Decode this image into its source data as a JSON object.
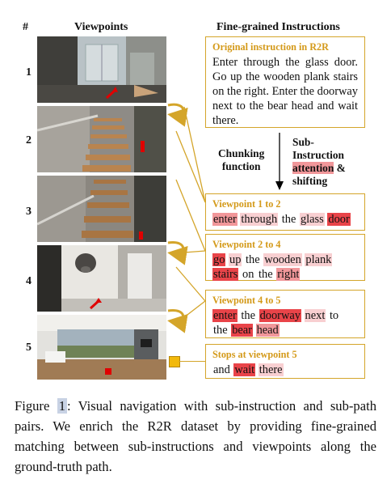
{
  "headers": {
    "number": "#",
    "viewpoints": "Viewpoints",
    "instructions": "Fine-grained Instructions"
  },
  "rows": [
    "1",
    "2",
    "3",
    "4",
    "5"
  ],
  "original": {
    "title": "Original instruction in R2R",
    "text": "Enter through the glass door. Go up the wooden plank stairs on the right. Enter the doorway next to the bear head and wait there."
  },
  "chunking": {
    "line1": "Chunking",
    "line2": "function"
  },
  "subinstruction": {
    "line1": "Sub-",
    "line2": "Instruction",
    "attention": "attention",
    "amp": " &",
    "line4": "shifting"
  },
  "boxes": [
    {
      "title": "Viewpoint 1 to 2",
      "tokens": [
        {
          "t": "enter",
          "w": 2
        },
        {
          "t": "through",
          "w": 1
        },
        {
          "t": "the",
          "w": 0
        },
        {
          "t": "glass",
          "w": 1
        },
        {
          "t": "door",
          "w": 3
        }
      ]
    },
    {
      "title": "Viewpoint 2 to 4",
      "tokens": [
        {
          "t": "go",
          "w": 3
        },
        {
          "t": "up",
          "w": 1
        },
        {
          "t": "the",
          "w": 0
        },
        {
          "t": "wooden",
          "w": 1
        },
        {
          "t": "plank",
          "w": 1
        },
        {
          "t": "stairs",
          "w": 3
        },
        {
          "t": "on",
          "w": 0
        },
        {
          "t": "the",
          "w": 0
        },
        {
          "t": "right",
          "w": 2
        }
      ]
    },
    {
      "title": "Viewpoint 4 to 5",
      "tokens": [
        {
          "t": "enter",
          "w": 3
        },
        {
          "t": "the",
          "w": 0
        },
        {
          "t": "doorway",
          "w": 3
        },
        {
          "t": "next",
          "w": 1
        },
        {
          "t": "to",
          "w": 0
        },
        {
          "t": "the",
          "w": 0
        },
        {
          "t": "bear",
          "w": 3
        },
        {
          "t": "head",
          "w": 2
        }
      ]
    },
    {
      "title": "Stops at viewpoint 5",
      "tokens": [
        {
          "t": "and",
          "w": 0
        },
        {
          "t": "wait",
          "w": 3
        },
        {
          "t": "there",
          "w": 1
        }
      ]
    }
  ],
  "caption": {
    "figure_prefix": "Figure ",
    "figure_number": "1",
    "text": ": Visual navigation with sub-instruction and sub-path pairs. We enrich the R2R dataset by providing fine-grained matching between sub-instructions and viewpoints along the ground-truth path."
  },
  "colors": {
    "gold": "#d4a52a",
    "strong": "#e94449",
    "medium": "#f1979a",
    "light": "#f8cfd1",
    "marker": "#e00000"
  }
}
